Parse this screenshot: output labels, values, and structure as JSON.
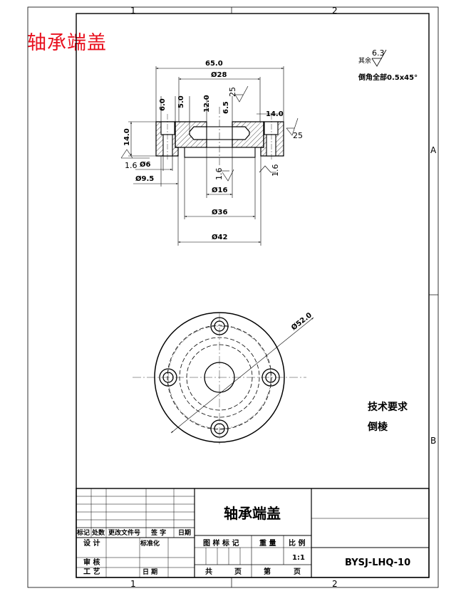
{
  "header_title": "轴承端盖",
  "border": {
    "zones_top": [
      "1",
      "2"
    ],
    "zones_bottom": [
      "1",
      "2"
    ],
    "zones_right": [
      "A",
      "B"
    ]
  },
  "notes": {
    "surface_roughness_label": "其余",
    "surface_roughness_value": "6.3",
    "chamfer_note": "倒角全部0.5x45°",
    "tech_req_title": "技术要求",
    "tech_req_item": "倒棱"
  },
  "section_view": {
    "dims": {
      "d65": "65.0",
      "d28": "Ø28",
      "v6": "6.0",
      "v5": "5.0",
      "v12": "12.0",
      "v65": "6.5",
      "r25_top": "25",
      "d14top": "14.0",
      "r25_right": "25",
      "h14": "14.0",
      "r16_left": "1.6",
      "d6": "Ø6",
      "d95": "Ø9.5",
      "r16_mid": "1.6",
      "r16_right": "1.6",
      "d16": "Ø16",
      "d36": "Ø36",
      "d42": "Ø42"
    }
  },
  "plan_view": {
    "d52": "Ø52.0"
  },
  "title_block": {
    "part_name": "轴承端盖",
    "rev_headers": [
      "标记",
      "处数",
      "更改文件号",
      "签 字",
      "日期"
    ],
    "design": "设 计",
    "standardize": "标准化",
    "review": "审 核",
    "process": "工 艺",
    "date": "日 期",
    "stage_mark": "图 样 标 记",
    "weight": "重 量",
    "scale_label": "比 例",
    "scale_value": "1:1",
    "total": "共",
    "sheet_unit1": "页",
    "sheet_no": "第",
    "sheet_unit2": "页",
    "drawing_no": "BYSJ-LHQ-10"
  }
}
